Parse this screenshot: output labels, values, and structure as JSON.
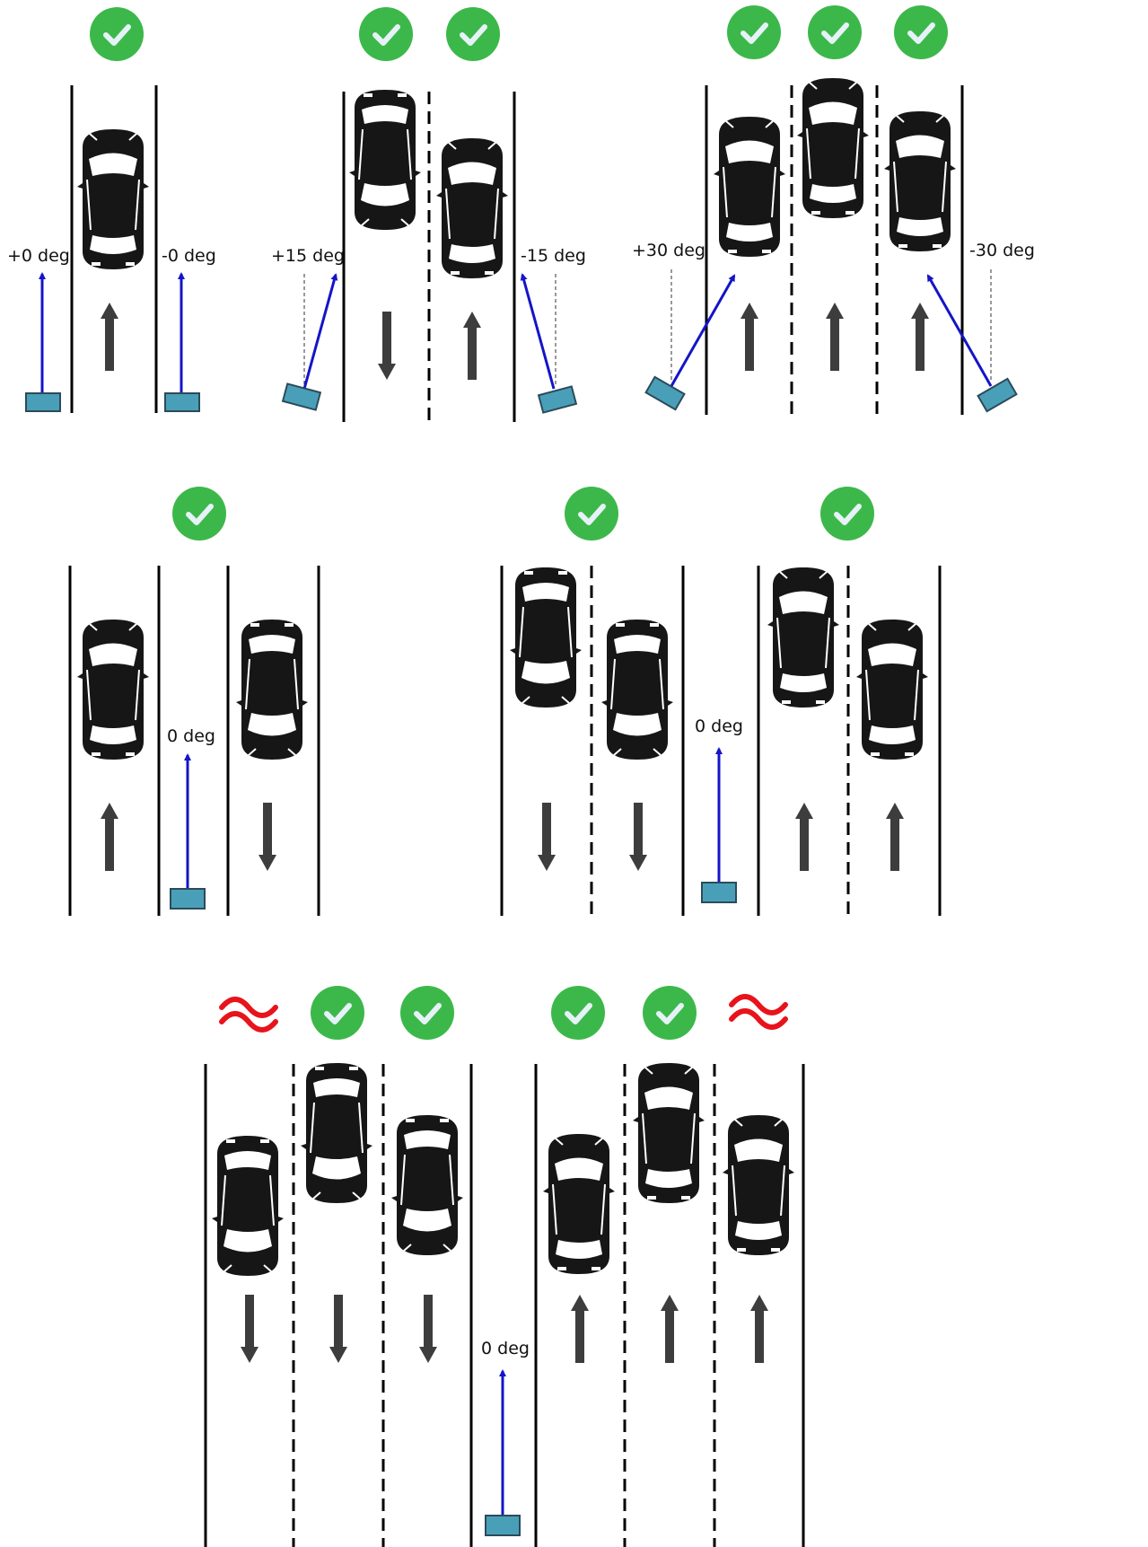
{
  "colors": {
    "check_bg": "#3cb84a",
    "check_mark": "#e6f2f7",
    "approx": "#e8131b",
    "radar_beam": "#1414c8",
    "radar_fill": "#4a9fb8",
    "radar_stroke": "#2b4b5a",
    "lane_line": "#000000",
    "arrow": "#3d3d3d",
    "car_body": "#161616",
    "car_window": "#ffffff"
  },
  "icons": {
    "good": "check-circle-icon",
    "partial": "approx-icon",
    "car": "car-icon",
    "direction": "direction-arrow-icon",
    "radar": "radar-sensor-icon"
  },
  "scenarios": [
    {
      "id": "s1",
      "labels": [
        "+0 deg",
        "-0 deg"
      ]
    },
    {
      "id": "s2",
      "labels": [
        "+15 deg",
        "-15 deg"
      ]
    },
    {
      "id": "s3",
      "labels": [
        "+30 deg",
        "-30 deg"
      ]
    },
    {
      "id": "s4",
      "labels": [
        "0 deg"
      ]
    },
    {
      "id": "s5",
      "labels": [
        "0 deg"
      ]
    },
    {
      "id": "s6",
      "labels": [
        "0 deg"
      ]
    }
  ]
}
